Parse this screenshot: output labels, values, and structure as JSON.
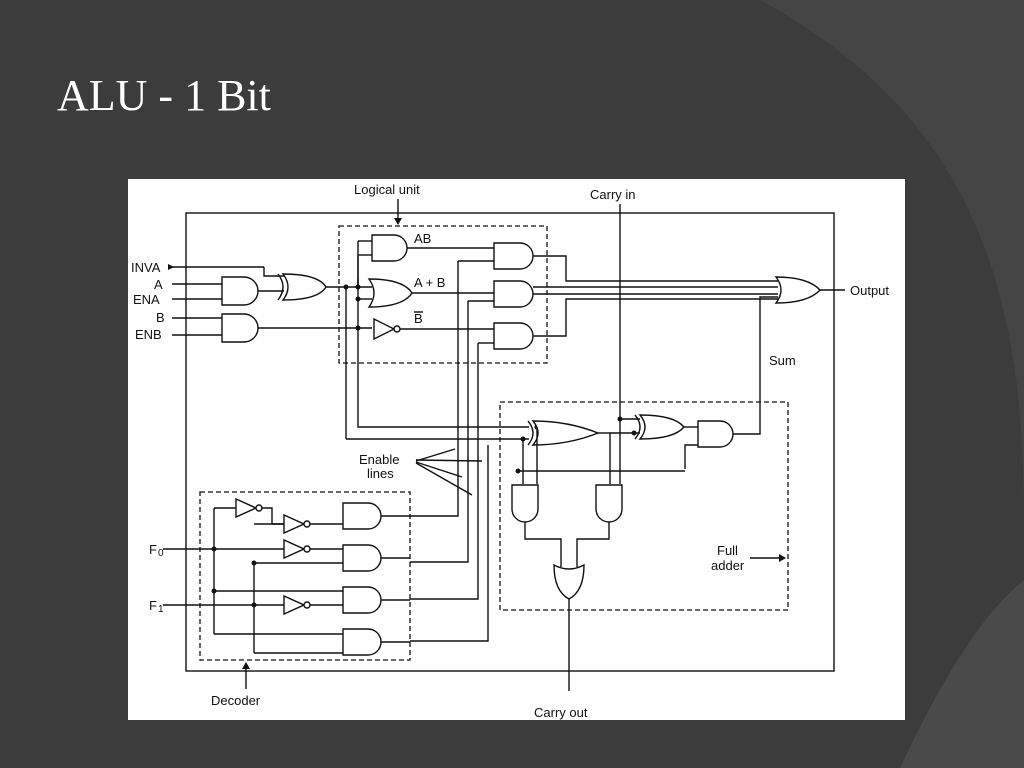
{
  "slide": {
    "title": "ALU - 1 Bit"
  },
  "diagram": {
    "labels": {
      "logical_unit": "Logical unit",
      "carry_in": "Carry in",
      "carry_out": "Carry out",
      "output": "Output",
      "sum": "Sum",
      "enable_lines_1": "Enable",
      "enable_lines_2": "lines",
      "decoder": "Decoder",
      "full_adder_1": "Full",
      "full_adder_2": "adder"
    },
    "inputs": {
      "inva": "INVA",
      "a": "A",
      "ena": "ENA",
      "b": "B",
      "enb": "ENB",
      "f0": "F",
      "f0_sub": "0",
      "f1": "F",
      "f1_sub": "1"
    },
    "gate_labels": {
      "and_ab": "AB",
      "or_a_plus_b": "A + B",
      "not_b": "B"
    }
  }
}
